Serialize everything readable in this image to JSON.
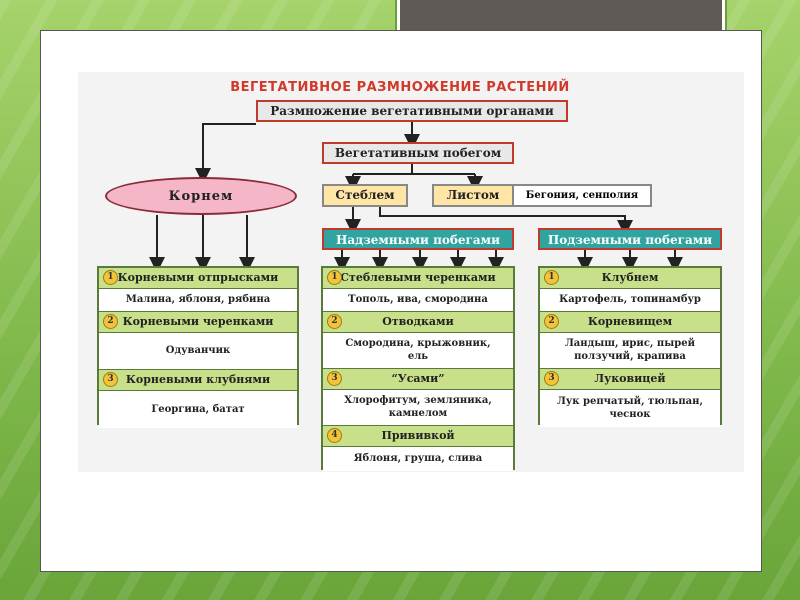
{
  "title": "ВЕГЕТАТИВНОЕ РАЗМНОЖЕНИЕ РАСТЕНИЙ",
  "subtitle": "Размножение вегетативными органами",
  "root": "Корнем",
  "shoot": "Вегетативным побегом",
  "stem": "Стеблем",
  "leaf": "Листом",
  "leaf_examples": "Бегония, сенполия",
  "above_ground": "Надземными побегами",
  "underground": "Подземными побегами",
  "root_col": [
    {
      "num": "1",
      "name": "Корневыми отпрысками",
      "ex": "Малина, яблоня, рябина"
    },
    {
      "num": "2",
      "name": "Корневыми черенками",
      "ex": "Одуванчик"
    },
    {
      "num": "3",
      "name": "Корневыми клубнями",
      "ex": "Георгина, батат"
    }
  ],
  "above_col": [
    {
      "num": "1",
      "name": "Стеблевыми черенками",
      "ex": "Тополь, ива, смородина"
    },
    {
      "num": "2",
      "name": "Отводками",
      "ex": "Смородина, крыжовник, ель"
    },
    {
      "num": "3",
      "name": "“Усами”",
      "ex": "Хлорофитум, земляника, камнелом"
    },
    {
      "num": "4",
      "name": "Прививкой",
      "ex": "Яблоня, груша, слива"
    }
  ],
  "under_col": [
    {
      "num": "1",
      "name": "Клубнем",
      "ex": "Картофель, топинамбур"
    },
    {
      "num": "2",
      "name": "Корневищем",
      "ex": "Ландыш, ирис, пырей ползучий, крапива"
    },
    {
      "num": "3",
      "name": "Луковицей",
      "ex": "Лук репчатый, тюльпан, чеснок"
    }
  ]
}
